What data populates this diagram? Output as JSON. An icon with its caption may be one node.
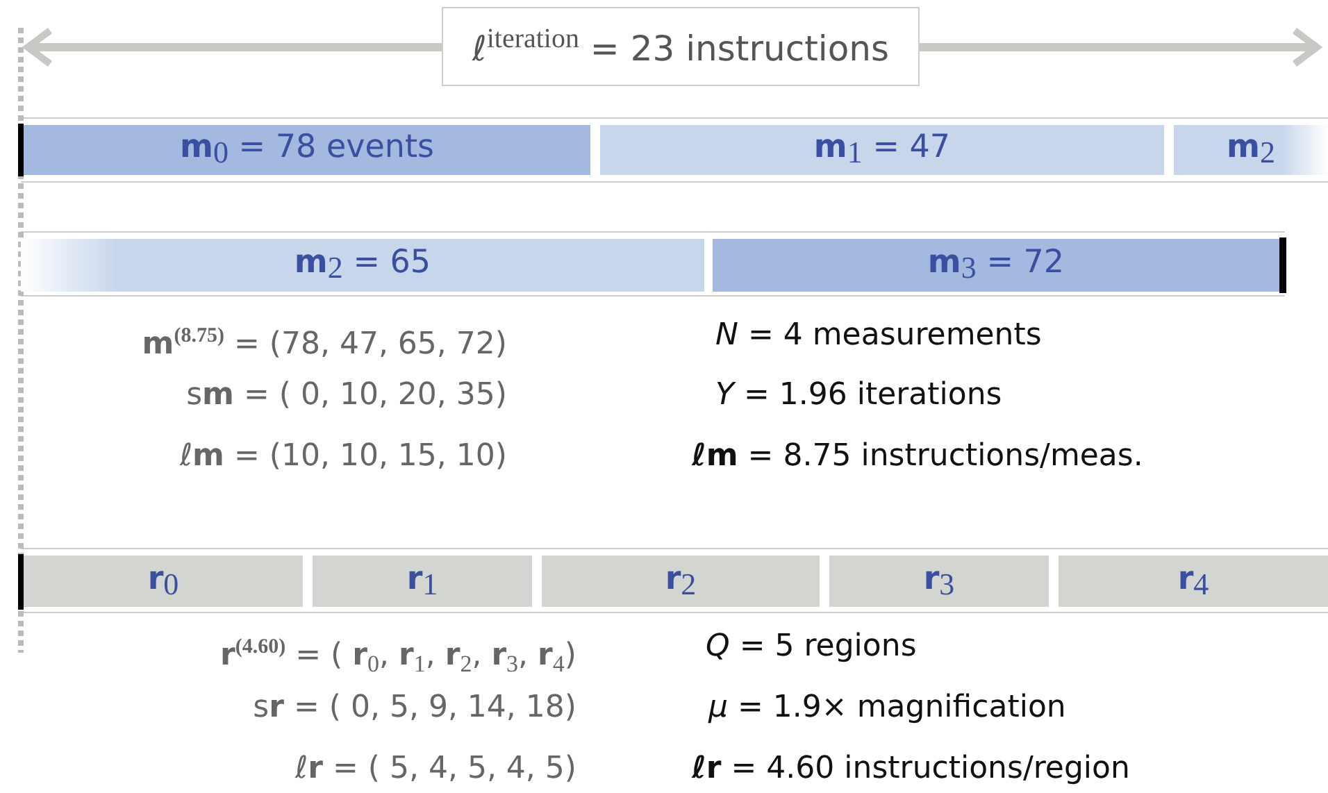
{
  "diagram": {
    "nodes": [
      {
        "text": [
          "ℓ$^{iteration}$ = 23 instructions"
        ]
      },
      {
        "text": [
          "**m**$_{0}$ = 78 events"
        ]
      },
      {
        "text": [
          "**m**$_{1}$ = 47"
        ]
      },
      {
        "text": [
          "**m**$_{2}$"
        ]
      },
      {
        "text": [
          "**m**$_{2}$ = 65"
        ]
      },
      {
        "text": [
          "**m**$_{3}$ = 72"
        ]
      },
      {
        "text": [
          "**r**$_{0}$"
        ]
      },
      {
        "text": [
          "**r**$_{1}$"
        ]
      },
      {
        "text": [
          "**r**$_{2}$"
        ]
      },
      {
        "text": [
          "**r**$_{3}$"
        ]
      },
      {
        "text": [
          "**r**$_{4}$"
        ]
      }
    ],
    "labels": [
      "**m**$^{(8.75)}$ = (78, 47, 65, 72)",
      "*N* = 4 measurements",
      "s**m** = ( 0, 10, 20, 35)",
      "*Y* = 1.96 iterations",
      "ℓ**m** = (10, 10, 15, 10)",
      "**ℓm** = 8.75 instructions/meas.",
      "**r**$^{(4.60)}$ = ( **r**$_{0}$, **r**$_{1}$, **r**$_{2}$, **r**$_{3}$, **r**$_{4}$)",
      "*Q* = 5 regions",
      "s**r** = ( 0, 5, 9, 14, 18)",
      "*μ* = 1.9× magnification",
      "ℓ**r** = ( 5, 4, 5, 4, 5)",
      "**ℓr** = 4.60 instructions/region"
    ]
  }
}
